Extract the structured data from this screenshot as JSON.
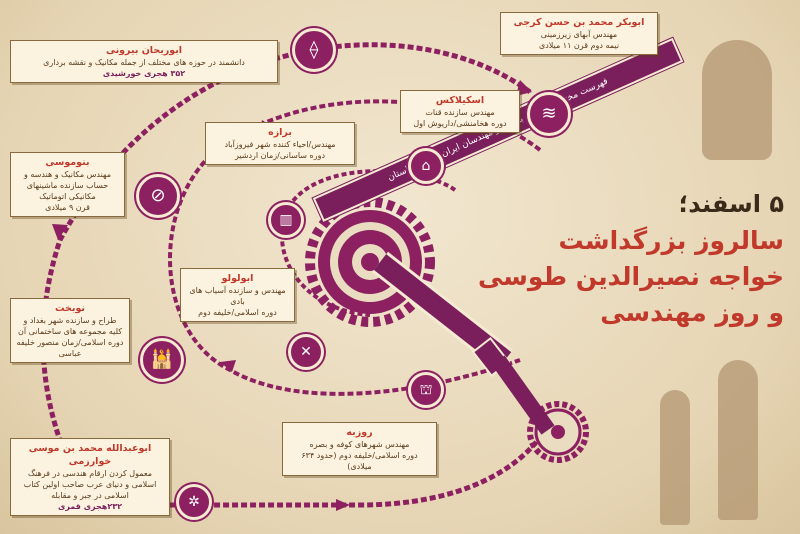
{
  "colors": {
    "accent": "#8c2060",
    "title_red": "#c0392b",
    "card_bg": "#fbf3df",
    "background": "#eadcc0"
  },
  "title": {
    "line1": "۵ اسفند؛",
    "line2": "سالروز بزرگداشت",
    "line3": "خواجه نصیرالدین طوسی",
    "line4": "و روز مهندسی"
  },
  "banner": "فهرست مختصر نام های برخی از مهندسان ایران از زمان باستان",
  "engineers": [
    {
      "name": "ابوبکر محمد بن حسن کرجی",
      "desc": "مهندس آبهای زیرزمینی",
      "era": "نیمه دوم قرن ۱۱ میلادی",
      "icon": "compass-icon"
    },
    {
      "name": "ابوریحان بیرونی",
      "desc": "دانشمند در حوزه های مختلف از جمله مکانیک و نقشه برداری",
      "era": "۳۵۲ هجری خورشیدی",
      "icon": "dam-icon"
    },
    {
      "name": "اسکیلاکس",
      "desc": "مهندس سازنده قنات",
      "era": "دوره هخامنشی/داریوش اول",
      "icon": "qanat-icon"
    },
    {
      "name": "برازه",
      "desc": "مهندس/احیاء کننده شهر فیروزآباد",
      "era": "دوره ساسانی/زمان اردشیر",
      "icon": "palace-icon"
    },
    {
      "name": "بنوموسی",
      "desc": "مهندس مکانیک و هندسه و حساب سازنده ماشینهای مکانیکی اتوماتیک",
      "era": "قرن ۹ میلادی",
      "icon": "geometry-icon"
    },
    {
      "name": "ابولولو",
      "desc": "مهندس و سازنده آسیاب های بادی",
      "era": "دوره اسلامی/خلیفه دوم",
      "icon": "windmill-icon"
    },
    {
      "name": "نوبخت",
      "desc": "طراح و سازنده شهر بغداد و کلیه مجموعه های ساختمانی آن",
      "era": "دوره اسلامی/زمان منصور خلیفه عباسی",
      "icon": "mosque-icon"
    },
    {
      "name": "روزبه",
      "desc": "مهندس شهرهای کوفه و بصره",
      "era": "دوره اسلامی/خلیفه دوم (حدود ۶۳۴ میلادی)",
      "icon": "city-gate-icon"
    },
    {
      "name": "ابوعبدالله محمد بن موسی خوارزمی",
      "desc": "معمول کردن ارقام هندسی در فرهنگ اسلامی و دنیای عرب صاحب اولین کتاب اسلامی در جبر و مقابله",
      "era": "۲۳۲هجری قمری",
      "icon": "math-icon"
    }
  ]
}
